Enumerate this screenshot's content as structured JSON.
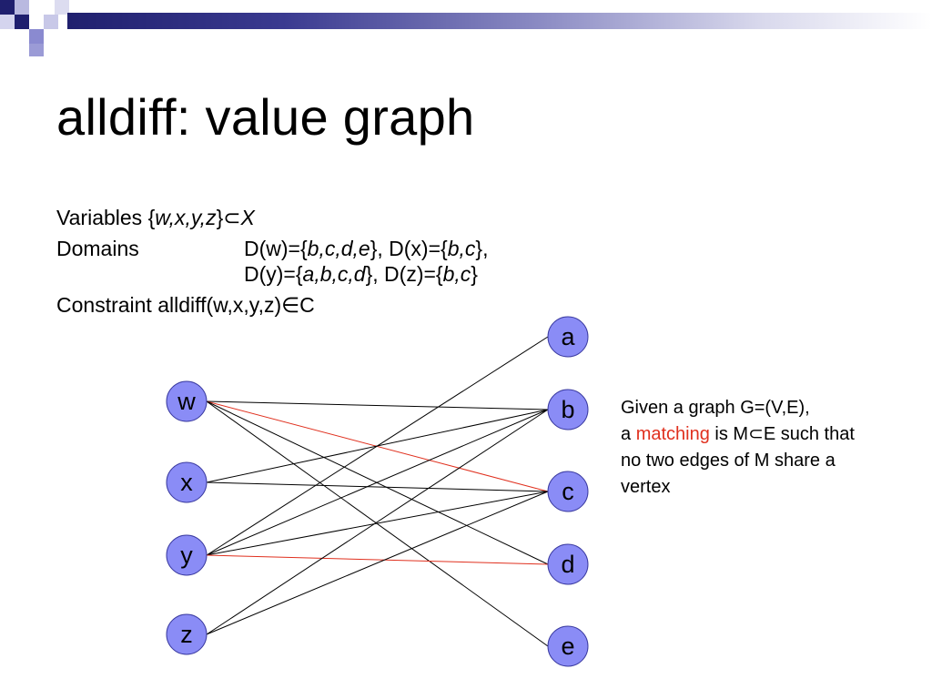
{
  "title": "alldiff: value graph",
  "variables_line": {
    "prefix": "Variables {",
    "vars": "w,x,y,z",
    "suffix": "}",
    "subset": "⊂",
    "set": "X"
  },
  "domains": {
    "label": "Domains",
    "row1": {
      "a": "D(w)={",
      "a_vals": "b,c,d,e",
      "b": "}, D(x)={",
      "b_vals": "b,c",
      "c": "},"
    },
    "row2": {
      "a": "D(y)={",
      "a_vals": "a,b,c,d",
      "b": "}, D(z)={",
      "b_vals": "b,c",
      "c": "}"
    }
  },
  "constraint_line": {
    "text": "Constraint alldiff(w,x,y,z)",
    "elem": "∈",
    "set": "C"
  },
  "graph": {
    "node_fill": "#8a8cf6",
    "edge_color": "#000000",
    "matching_color": "#e0301e",
    "variables": [
      "w",
      "x",
      "y",
      "z"
    ],
    "values": [
      "a",
      "b",
      "c",
      "d",
      "e"
    ],
    "edges": [
      {
        "from": "w",
        "to": "b",
        "matching": false
      },
      {
        "from": "w",
        "to": "c",
        "matching": true
      },
      {
        "from": "w",
        "to": "d",
        "matching": false
      },
      {
        "from": "w",
        "to": "e",
        "matching": false
      },
      {
        "from": "x",
        "to": "b",
        "matching": false
      },
      {
        "from": "x",
        "to": "c",
        "matching": false
      },
      {
        "from": "y",
        "to": "a",
        "matching": false
      },
      {
        "from": "y",
        "to": "b",
        "matching": false
      },
      {
        "from": "y",
        "to": "c",
        "matching": false
      },
      {
        "from": "y",
        "to": "d",
        "matching": true
      },
      {
        "from": "z",
        "to": "b",
        "matching": false
      },
      {
        "from": "z",
        "to": "c",
        "matching": false
      }
    ]
  },
  "definition": {
    "line1": "Given a graph G=(V,E),",
    "line2_a": "a ",
    "line2_highlight": "matching",
    "line2_b": " is M",
    "line2_subset": "⊂",
    "line2_c": "E such that",
    "line3": "no two edges of M share a",
    "line4": "vertex"
  }
}
